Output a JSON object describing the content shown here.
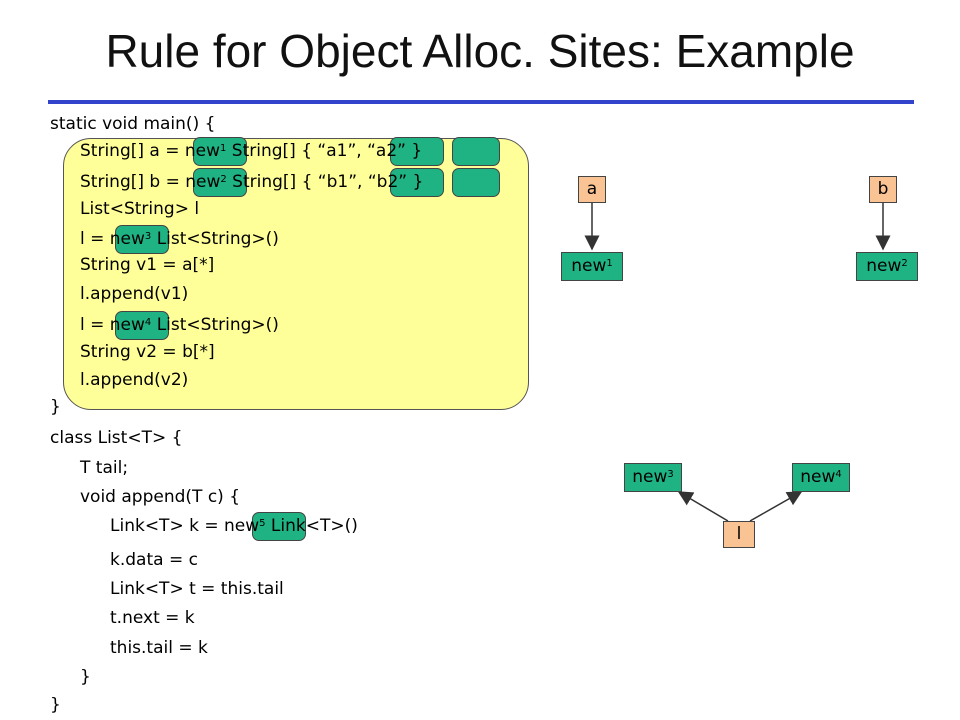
{
  "slide": {
    "title": "Rule for Object Alloc. Sites: Example"
  },
  "code": {
    "main_header": "static void main() {",
    "a_prefix": "String[] a = ",
    "a_new": "new",
    "a_sup": "1",
    "a_mid": " String[] { ",
    "a_lit1": "“a1”",
    "a_sep": ", ",
    "a_lit2": "“a2”",
    "a_end": " }",
    "b_prefix": "String[] b = ",
    "b_new": "new",
    "b_sup": "2",
    "b_mid": " String[] { ",
    "b_lit1": "“b1”",
    "b_sep": ", ",
    "b_lit2": "“b2”",
    "b_end": " }",
    "list_decl": "List<String> l",
    "l1_prefix": "l = ",
    "l1_new": "new",
    "l1_sup": "3",
    "l1_suffix": " List<String>()",
    "v1_line": "String v1 = a[*]",
    "append1": "l.append(v1)",
    "l2_prefix": "l = ",
    "l2_new": "new",
    "l2_sup": "4",
    "l2_suffix": " List<String>()",
    "v2_line": "String v2 = b[*]",
    "append2": "l.append(v2)",
    "main_close": "}",
    "class_header": "class List<T> {",
    "tail_decl": "T tail;",
    "append_header": "void append(T c) {",
    "link_prefix": "Link<T> k = ",
    "link_new": "new",
    "link_sup": "5",
    "link_suffix": " Link<T>()",
    "kdata": "k.data = c",
    "tline": "Link<T> t = this.tail",
    "tnext": "t.next = k",
    "thistail": "this.tail = k",
    "append_close": "}",
    "class_close": "}"
  },
  "graph": {
    "nodes": {
      "a": "a",
      "b": "b",
      "new1": "new",
      "new1_sup": "1",
      "new2": "new",
      "new2_sup": "2",
      "new3": "new",
      "new3_sup": "3",
      "new4": "new",
      "new4_sup": "4",
      "l": "l"
    },
    "edges": [
      [
        "a",
        "new1"
      ],
      [
        "b",
        "new2"
      ],
      [
        "l",
        "new3"
      ],
      [
        "l",
        "new4"
      ]
    ],
    "colors": {
      "variable": "#f9c393",
      "object": "#1fb383",
      "highlight": "#ffff99"
    }
  }
}
